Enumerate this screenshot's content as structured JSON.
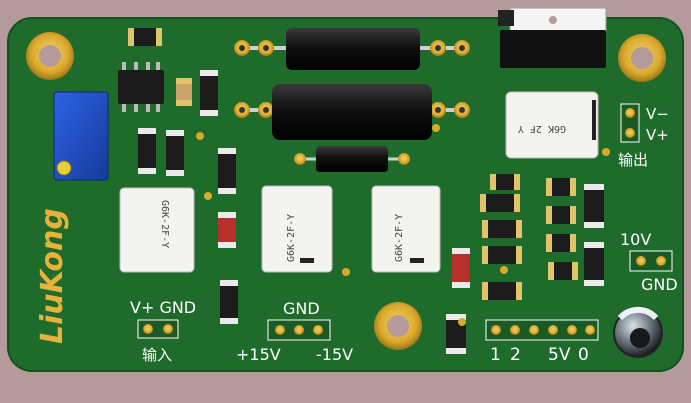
{
  "board": {
    "brand": "LiuKong",
    "colors": {
      "pcb": "#1f6b2c",
      "background": "#b59a9b",
      "silkscreen": "#ffffff",
      "brand": "#e6b23a",
      "pad_gold": "#d9a92c",
      "pot_blue": "#1f4fc8"
    }
  },
  "labels": {
    "out_minus": "V−",
    "out_plus": "V+",
    "out_title": "输出",
    "in_title": "V+ GND",
    "in_sub": "输入",
    "pwr_gnd": "GND",
    "pwr_p15": "+15V",
    "pwr_m15": "-15V",
    "right_10v": "10V",
    "right_gnd": "GND",
    "hdr_1": "1",
    "hdr_2": "2",
    "hdr_5v": "5V",
    "hdr_0": "0"
  },
  "relays": {
    "r1": "G6K-2F-Y",
    "r2": "G6K-2F-Y",
    "r3": "G6K-2F-Y",
    "r4": "G6K 2F Y"
  }
}
